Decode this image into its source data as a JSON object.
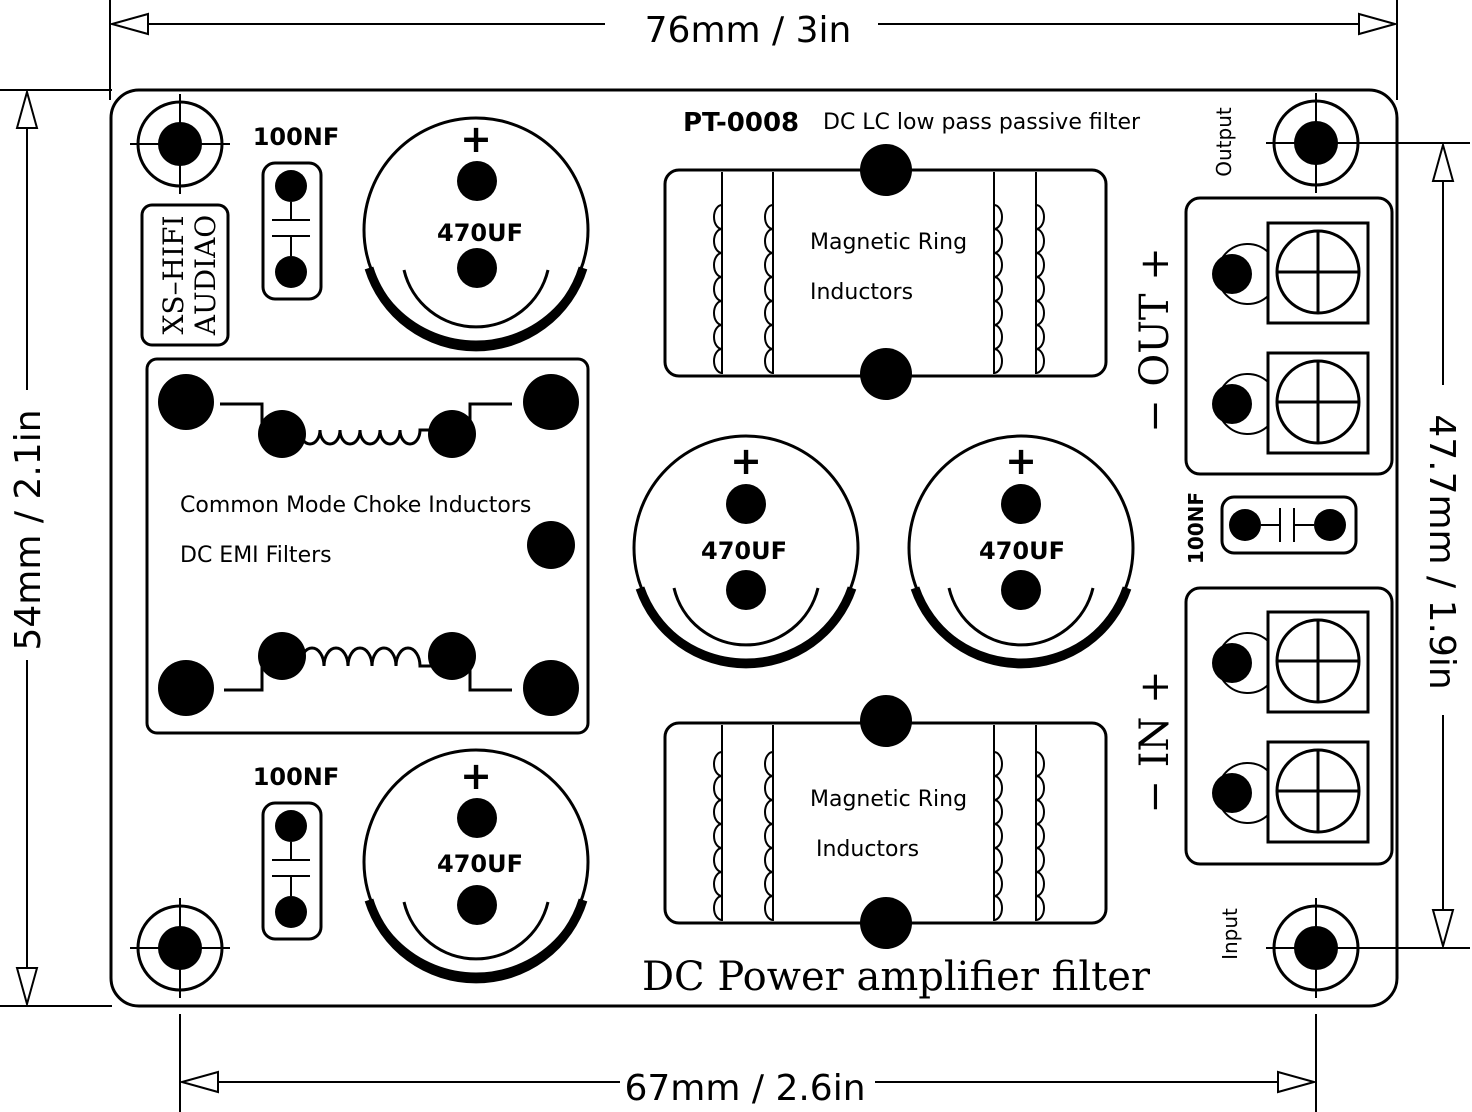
{
  "dimensions": {
    "width_top": "76mm / 3in",
    "width_bottom": "67mm / 2.6in",
    "height_left": "54mm / 2.1in",
    "height_right": "47.7mm / 1.9in"
  },
  "board": {
    "model": "PT-0008",
    "subtitle": "DC LC low pass passive filter",
    "brand_line1": "XS–HIFI",
    "brand_line2": "AUDIAO",
    "footer_title": "DC Power amplifier filter"
  },
  "components": {
    "cap_small_label": "100NF",
    "cap_large_label": "470UF",
    "plus_sign": "+",
    "inductor_top_line1": "Magnetic Ring",
    "inductor_top_line2": "Inductors",
    "inductor_bottom_line1": "Magnetic Ring",
    "inductor_bottom_line2": "Inductors",
    "choke_line1": "Common Mode Choke Inductors",
    "choke_line2": "DC EMI Filters"
  },
  "terminals": {
    "output_label": "Output",
    "input_label": "Input",
    "out_marking": "− OUT +",
    "in_marking": "− IN +"
  },
  "colors": {
    "ink": "#000000",
    "background": "#ffffff"
  }
}
